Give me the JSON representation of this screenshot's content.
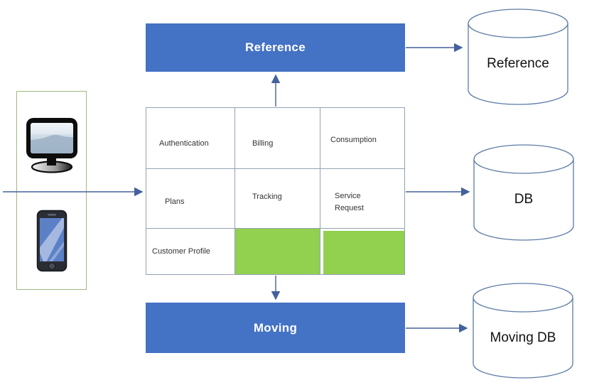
{
  "diagram_title": "",
  "client_panel": {
    "icons": [
      {
        "name": "desktop-monitor-icon"
      },
      {
        "name": "smartphone-icon"
      }
    ]
  },
  "reference_bar": {
    "label": "Reference"
  },
  "moving_bar": {
    "label": "Moving"
  },
  "module_grid": {
    "cells": [
      {
        "label": "Authentication",
        "green": false
      },
      {
        "label": "Billing",
        "green": false
      },
      {
        "label": "Consumption",
        "green": false
      },
      {
        "label": "Plans",
        "green": false
      },
      {
        "label": "Tracking",
        "green": false
      },
      {
        "label": "Service Request",
        "green": false
      },
      {
        "label": "Customer Profile",
        "green": false
      },
      {
        "label": "",
        "green": true
      },
      {
        "label": "",
        "green": true
      }
    ]
  },
  "databases": [
    {
      "label": "Reference"
    },
    {
      "label": "DB"
    },
    {
      "label": "Moving DB"
    }
  ],
  "connections": [
    {
      "from": "client-devices-panel",
      "to": "module-grid"
    },
    {
      "from": "module-grid",
      "to": "reference-bar"
    },
    {
      "from": "module-grid",
      "to": "db-cylinder"
    },
    {
      "from": "module-grid",
      "to": "moving-bar"
    },
    {
      "from": "reference-bar",
      "to": "reference-db-cylinder"
    },
    {
      "from": "moving-bar",
      "to": "moving-db-cylinder"
    }
  ],
  "colors": {
    "bar_blue": "#4472C4",
    "cell_green": "#92D050",
    "connector_blue": "#44619C",
    "grid_line": "#93A1B5",
    "client_box_border": "#9DBA7F",
    "cylinder_stroke": "#5B7BA5"
  }
}
